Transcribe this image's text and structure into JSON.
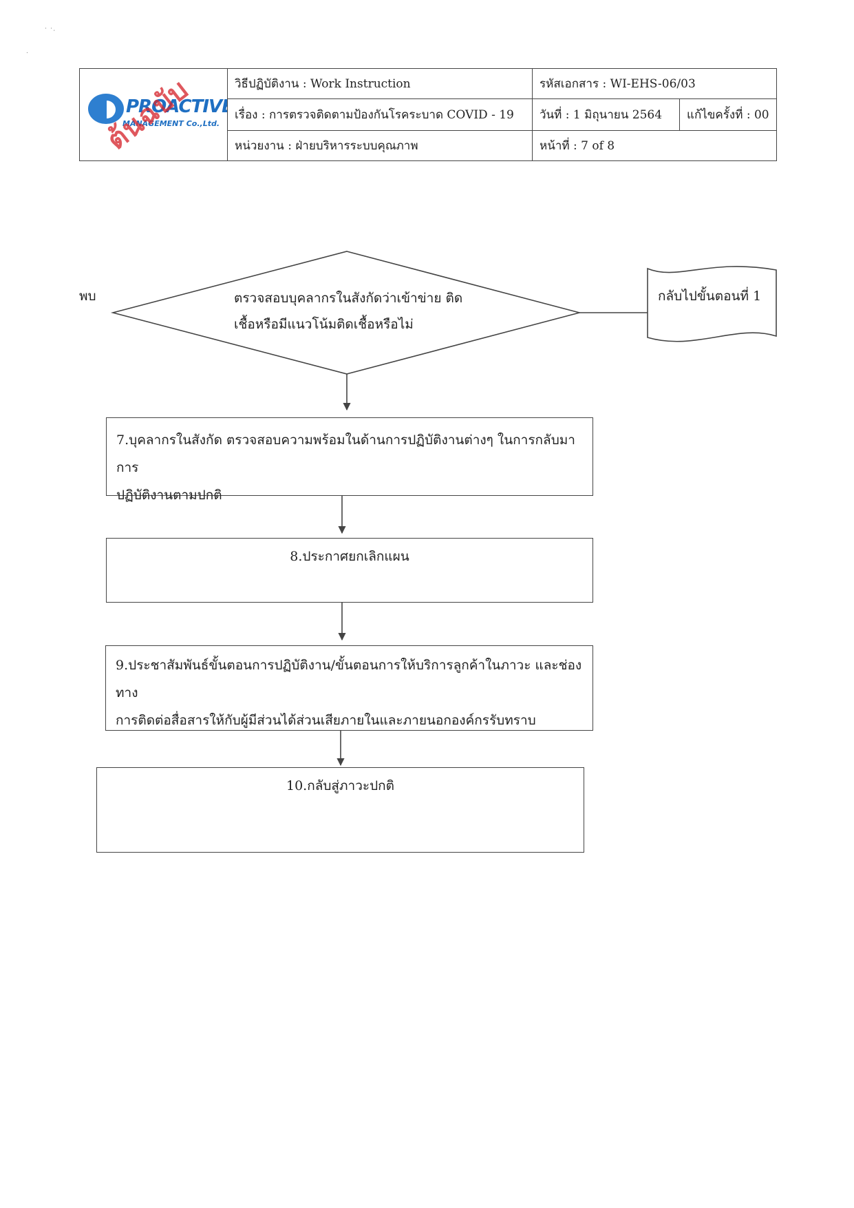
{
  "header": {
    "logo": {
      "name": "PROACTIVE",
      "sub": "MANAGEMENT Co.,Ltd.",
      "stamp": "ต้นฉบับ"
    },
    "procedure_label": "วิธีปฏิบัติงาน : Work Instruction",
    "doc_code": "รหัสเอกสาร : WI-EHS-06/03",
    "subject": "เรื่อง   : การตรวจติดตามป้องกันโรคระบาด COVID - 19",
    "date": "วันที่ : 1 มิถุนายน  2564",
    "revision": "แก้ไขครั้งที่ : 00",
    "department": "หน่วยงาน   : ฝ่ายบริหารระบบคุณภาพ",
    "page": "หน้าที่ :   7 of 8"
  },
  "flow": {
    "found_label": "พบ",
    "decision_line1": "ตรวจสอบบุคลากรในสังกัดว่าเข้าข่าย ติด",
    "decision_line2": "เชื้อหรือมีแนวโน้มติดเชื้อหรือไม่",
    "return_doc": "กลับไปขั้นตอนที่ 1",
    "step7_line1": "7.บุคลากรในสังกัด ตรวจสอบความพร้อมในด้านการปฏิบัติงานต่างๆ ในการกลับมาการ",
    "step7_line2": "ปฏิบัติงานตามปกติ",
    "step8": "8.ประกาศยกเลิกแผน",
    "step9_line1": "9.ประชาสัมพันธ์ขั้นตอนการปฏิบัติงาน/ขั้นตอนการให้บริการลูกค้าในภาวะ และช่องทาง",
    "step9_line2": "การติดต่อสื่อสารให้กับผู้มีส่วนได้ส่วนเสียภายในและภายนอกองค์กรรับทราบ",
    "step10": "10.กลับสู่ภาวะปกติ"
  }
}
